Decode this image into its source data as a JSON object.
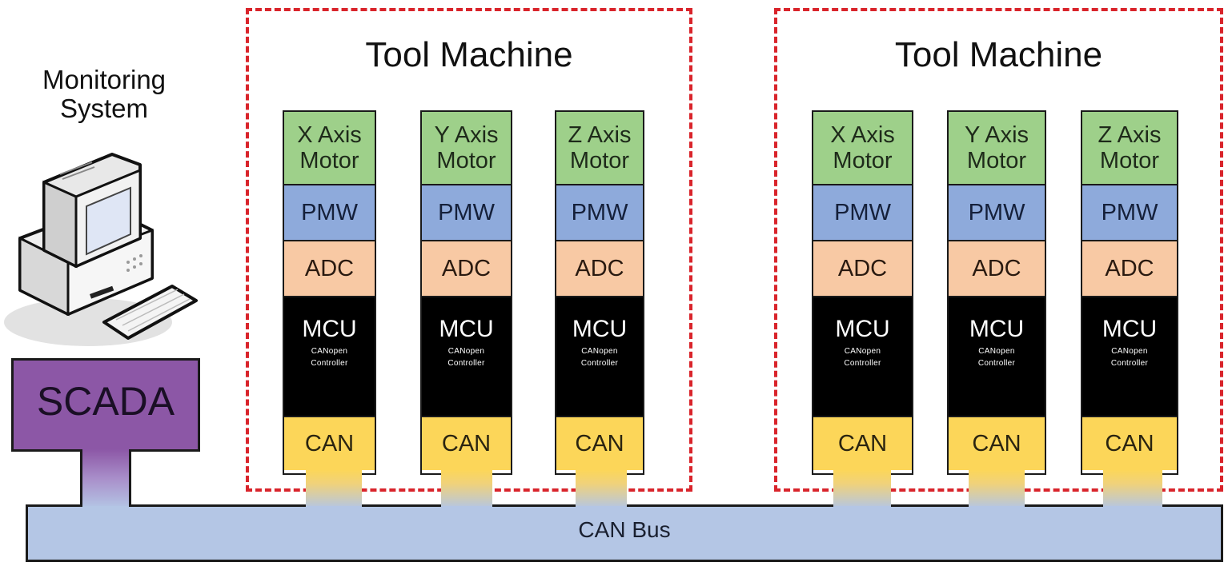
{
  "monitoring": {
    "label_line1": "Monitoring",
    "label_line2": "System",
    "icon": "desktop-computer-icon"
  },
  "scada": {
    "label": "SCADA"
  },
  "bus": {
    "label": "CAN Bus"
  },
  "colors": {
    "machine_border": "#d9242b",
    "motor": "#9ed08a",
    "pmw": "#8eaadb",
    "adc": "#f8c9a4",
    "mcu": "#000000",
    "can": "#fcd659",
    "bus": "#b4c6e5",
    "scada": "#8c57a6"
  },
  "machines": [
    {
      "title": "Tool Machine",
      "axes": [
        {
          "motor_line1": "X Axis",
          "motor_line2": "Motor",
          "pmw": "PMW",
          "adc": "ADC",
          "mcu": "MCU",
          "mcu_sub1": "CANopen",
          "mcu_sub2": "Controller",
          "can": "CAN"
        },
        {
          "motor_line1": "Y Axis",
          "motor_line2": "Motor",
          "pmw": "PMW",
          "adc": "ADC",
          "mcu": "MCU",
          "mcu_sub1": "CANopen",
          "mcu_sub2": "Controller",
          "can": "CAN"
        },
        {
          "motor_line1": "Z Axis",
          "motor_line2": "Motor",
          "pmw": "PMW",
          "adc": "ADC",
          "mcu": "MCU",
          "mcu_sub1": "CANopen",
          "mcu_sub2": "Controller",
          "can": "CAN"
        }
      ]
    },
    {
      "title": "Tool Machine",
      "axes": [
        {
          "motor_line1": "X Axis",
          "motor_line2": "Motor",
          "pmw": "PMW",
          "adc": "ADC",
          "mcu": "MCU",
          "mcu_sub1": "CANopen",
          "mcu_sub2": "Controller",
          "can": "CAN"
        },
        {
          "motor_line1": "Y Axis",
          "motor_line2": "Motor",
          "pmw": "PMW",
          "adc": "ADC",
          "mcu": "MCU",
          "mcu_sub1": "CANopen",
          "mcu_sub2": "Controller",
          "can": "CAN"
        },
        {
          "motor_line1": "Z Axis",
          "motor_line2": "Motor",
          "pmw": "PMW",
          "adc": "ADC",
          "mcu": "MCU",
          "mcu_sub1": "CANopen",
          "mcu_sub2": "Controller",
          "can": "CAN"
        }
      ]
    }
  ]
}
